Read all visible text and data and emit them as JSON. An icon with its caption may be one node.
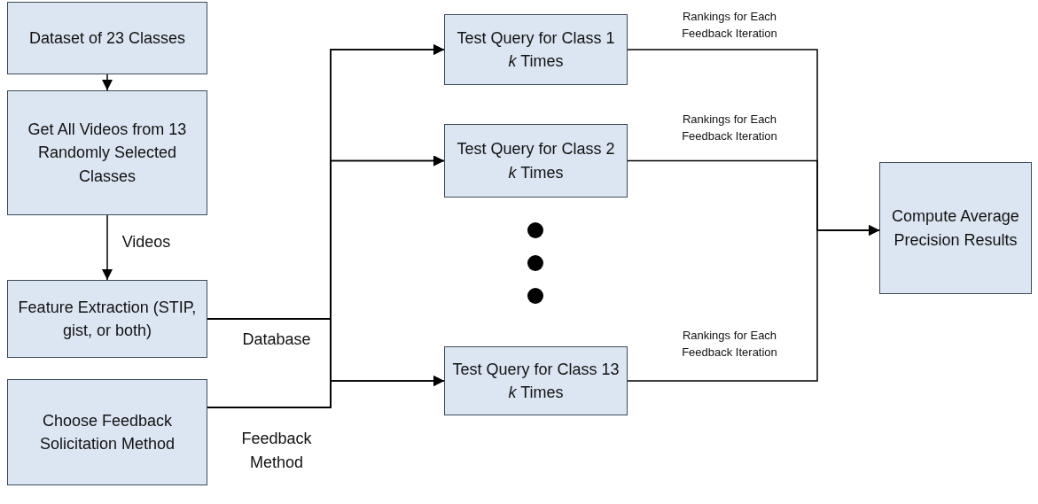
{
  "diagram": {
    "nodes": [
      {
        "text": [
          "Dataset of 23 Classes"
        ]
      },
      {
        "text": [
          "Get All Videos from 13 Randomly Selected Classes"
        ]
      },
      {
        "text": [
          "Feature Extraction (STIP, gist, or both)"
        ]
      },
      {
        "text": [
          "Choose Feedback Solicitation Method"
        ]
      },
      {
        "text": [
          "Test Query for Class 1 *k* Times"
        ]
      },
      {
        "text": [
          "Test Query for Class 2 *k* Times"
        ]
      },
      {
        "text": [
          "Test Query for Class 13 *k* Times"
        ]
      },
      {
        "text": [
          "Compute Average Precision Results"
        ]
      }
    ],
    "edges": [
      {
        "from": 0,
        "to": 1,
        "arrow": "to"
      },
      {
        "from": 1,
        "to": 2,
        "arrow": "to",
        "label": "Videos"
      },
      {
        "from": 2,
        "to": 4,
        "arrow": "to"
      },
      {
        "from": 2,
        "to": 5,
        "arrow": "to"
      },
      {
        "from": 2,
        "to": 6,
        "arrow": "to"
      },
      {
        "from": 3,
        "to": 4,
        "arrow": "to"
      },
      {
        "from": 3,
        "to": 5,
        "arrow": "to"
      },
      {
        "from": 3,
        "to": 6,
        "arrow": "to"
      },
      {
        "from": 4,
        "to": 7,
        "arrow": "to",
        "label": "Rankings for Each Feedback Iteration"
      },
      {
        "from": 5,
        "to": 7,
        "arrow": "to",
        "label": "Rankings for Each Feedback Iteration"
      },
      {
        "from": 6,
        "to": 7,
        "arrow": "to",
        "label": "Rankings for Each Feedback Iteration"
      }
    ],
    "labels": [
      "Database",
      "Feedback Method"
    ]
  }
}
